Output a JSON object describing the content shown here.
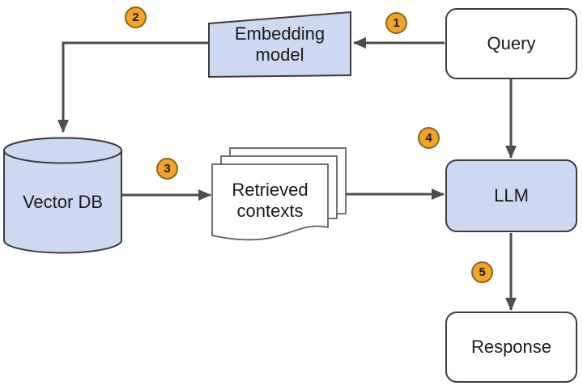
{
  "diagram": {
    "nodes": {
      "query": {
        "label": "Query"
      },
      "embedding_model": {
        "label": "Embedding model"
      },
      "vector_db": {
        "label": "Vector DB"
      },
      "retrieved_contexts": {
        "label": "Retrieved contexts"
      },
      "llm": {
        "label": "LLM"
      },
      "response": {
        "label": "Response"
      }
    },
    "steps": [
      "1",
      "2",
      "3",
      "4",
      "5"
    ],
    "edges": [
      {
        "from": "query",
        "to": "embedding_model",
        "step": "1"
      },
      {
        "from": "embedding_model",
        "to": "vector_db",
        "step": "2"
      },
      {
        "from": "vector_db",
        "to": "retrieved_contexts",
        "step": "3"
      },
      {
        "from": "retrieved_contexts",
        "to": "llm",
        "step": "4"
      },
      {
        "from": "query",
        "to": "llm",
        "step": null
      },
      {
        "from": "llm",
        "to": "response",
        "step": "5"
      }
    ]
  },
  "colors": {
    "background": "#ffffff",
    "node_fill_blue": "#cdd9f1",
    "node_border": "#3c3c3c",
    "arrow": "#4d4d4d",
    "badge_fill": "#f4a426",
    "badge_border": "#8a661a",
    "doc_border": "#606060"
  }
}
